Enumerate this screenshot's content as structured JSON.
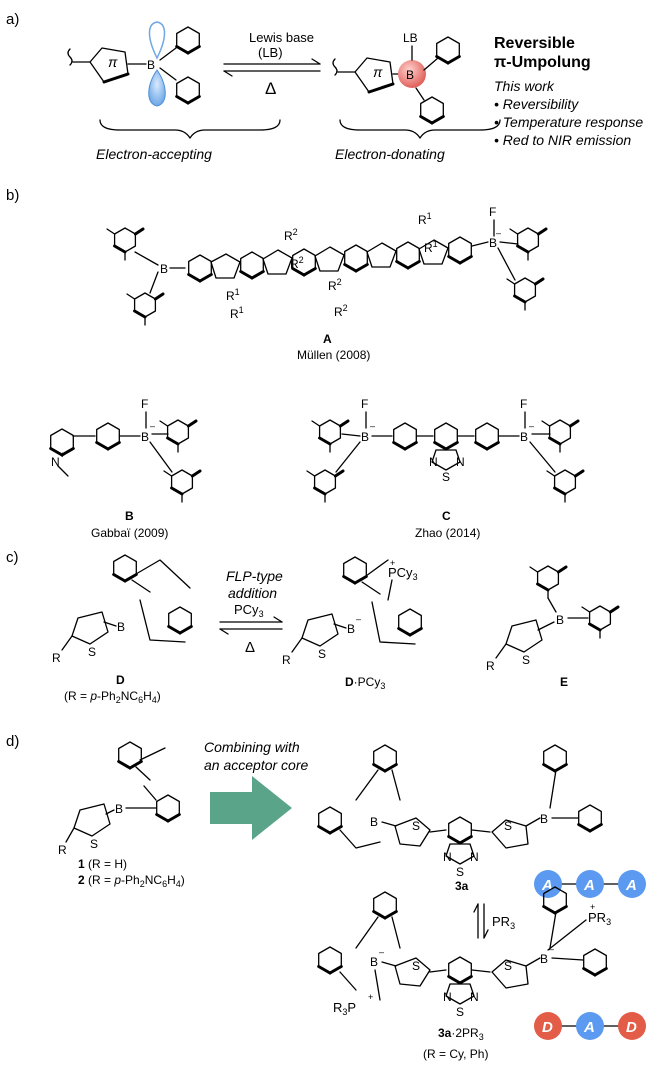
{
  "panels": {
    "a": "a)",
    "b": "b)",
    "c": "c)",
    "d": "d)"
  },
  "panel_a": {
    "arrow_top": "Lewis base",
    "arrow_top2": "(LB)",
    "arrow_bottom": "Δ",
    "left_caption": "Electron-accepting",
    "right_caption": "Electron-donating",
    "pi": "π",
    "boron": "B",
    "lb": "LB",
    "title1": "Reversible",
    "title2": "π-Umpolung",
    "work_title": "This work",
    "bullets": [
      "• Reversibility",
      "• Temperature response",
      "• Red to NIR emission"
    ]
  },
  "panel_b": {
    "A_label": "A",
    "A_ref": "Müllen (2008)",
    "B_label": "B",
    "B_ref": "Gabbaï (2009)",
    "C_label": "C",
    "C_ref": "Zhao (2014)",
    "R1": "R",
    "R2": "R",
    "sup1": "1",
    "sup2": "2",
    "F": "F",
    "minus": "–",
    "N": "N",
    "S": "S",
    "plus": "+"
  },
  "panel_c": {
    "arrow_top1": "FLP-type",
    "arrow_top2": "addition",
    "arrow_top3": "PCy",
    "arrow_top3_sub": "3",
    "arrow_bottom": "Δ",
    "D_label": "D",
    "D_sub_pre": "(R = ",
    "D_sub_p": "p",
    "D_sub_post": "-Ph",
    "D_sub_2": "2",
    "D_sub_nc": "NC",
    "D_sub_6": "6",
    "D_sub_h": "H",
    "D_sub_4": "4",
    "D_sub_close": ")",
    "DP_label": "D",
    "DP_suffix": "·PCy",
    "DP_sub": "3",
    "E_label": "E",
    "pcy": "PCy",
    "pcy_sub": "3",
    "R": "R",
    "S": "S",
    "B": "B"
  },
  "panel_d": {
    "arrow_text1": "Combining with",
    "arrow_text2": "an acceptor core",
    "cmpd1": "1",
    "cmpd1_txt": " (R = H)",
    "cmpd2": "2",
    "cmpd2_txt": " (R = ",
    "cmpd2_p": "p",
    "cmpd2_rest": "-Ph",
    "label_3a": "3a",
    "reagent": "PR",
    "reagent_sub": "3",
    "label_3a2": "3a",
    "label_3a2_suffix": "·2PR",
    "label_3a2_sub": "3",
    "r_note": "(R = Cy, Ph)",
    "circles_top": [
      "A",
      "A",
      "A"
    ],
    "circles_bottom": [
      "D",
      "A",
      "D"
    ],
    "R3P": "R",
    "PR3": "PR"
  },
  "colors": {
    "acceptor_blue": "#5b9af0",
    "donor_red": "#e25c47",
    "arrow_green": "#5aa58a",
    "orbital_blue": "#9cc4ec",
    "boron_pink": "#f08c86"
  }
}
